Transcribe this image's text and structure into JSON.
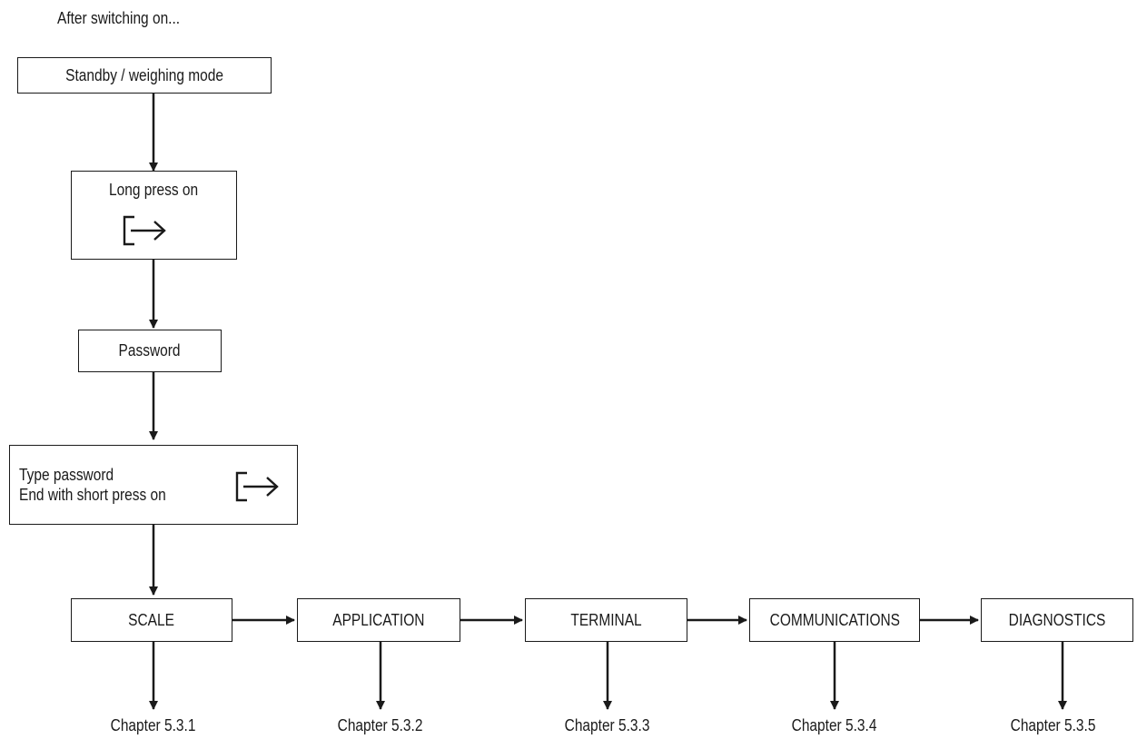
{
  "intro": "After switching on...",
  "boxes": {
    "standby": "Standby / weighing mode",
    "long_press": "Long press on",
    "password": "Password",
    "type_password_line1": "Type password",
    "type_password_line2": "End with short press on"
  },
  "menu": [
    {
      "label": "SCALE",
      "chapter": "Chapter 5.3.1"
    },
    {
      "label": "APPLICATION",
      "chapter": "Chapter 5.3.2"
    },
    {
      "label": "TERMINAL",
      "chapter": "Chapter 5.3.3"
    },
    {
      "label": "COMMUNICATIONS",
      "chapter": "Chapter 5.3.4"
    },
    {
      "label": "DIAGNOSTICS",
      "chapter": "Chapter 5.3.5"
    }
  ],
  "icons": {
    "enter_key": "enter-arrow-icon"
  },
  "colors": {
    "line": "#1a1a1a",
    "background": "#ffffff"
  }
}
